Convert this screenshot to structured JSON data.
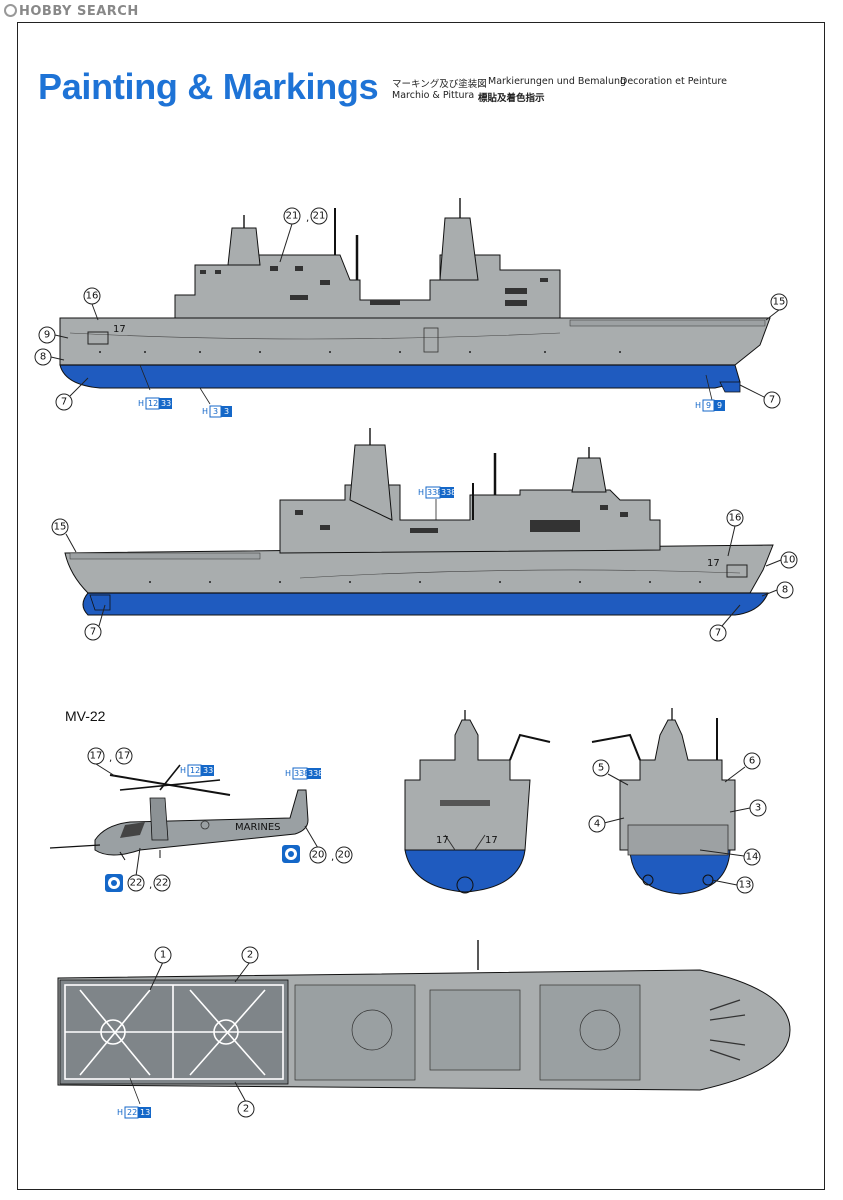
{
  "watermark": "HOBBY SEARCH",
  "title": "Painting & Markings",
  "subtitles": {
    "jp": "マーキング及び塗装図",
    "de": "Markierungen und Bemalung",
    "fr": "Decoration et Peinture",
    "it": "Marchio & Pittura",
    "cn": "標貼及着色指示"
  },
  "aircraft_label": "MV-22",
  "aircraft_marking": "MARINES",
  "hull_number": "17",
  "callouts": {
    "c1": "1",
    "c2": "2",
    "c3": "3",
    "c4": "4",
    "c5": "5",
    "c6": "6",
    "c7": "7",
    "c8": "8",
    "c9": "9",
    "c10": "10",
    "c13": "13",
    "c14": "14",
    "c15": "15",
    "c16": "16",
    "c17": "17",
    "c20": "20",
    "c21": "21",
    "c22": "22"
  },
  "comma": ",",
  "color_codes": {
    "h_prefix": "H",
    "h12": "12",
    "n33": "33",
    "h3": "3",
    "n3": "3",
    "h9": "9",
    "n9": "9",
    "h338": "338",
    "n338": "338",
    "h22": "22",
    "n13": "13"
  },
  "colors": {
    "hull_gray": "#a9adae",
    "deck_gray": "#8e9396",
    "hull_blue": "#1f5bbf",
    "title_blue": "#1e73d6",
    "code_blue": "#1467c8"
  }
}
